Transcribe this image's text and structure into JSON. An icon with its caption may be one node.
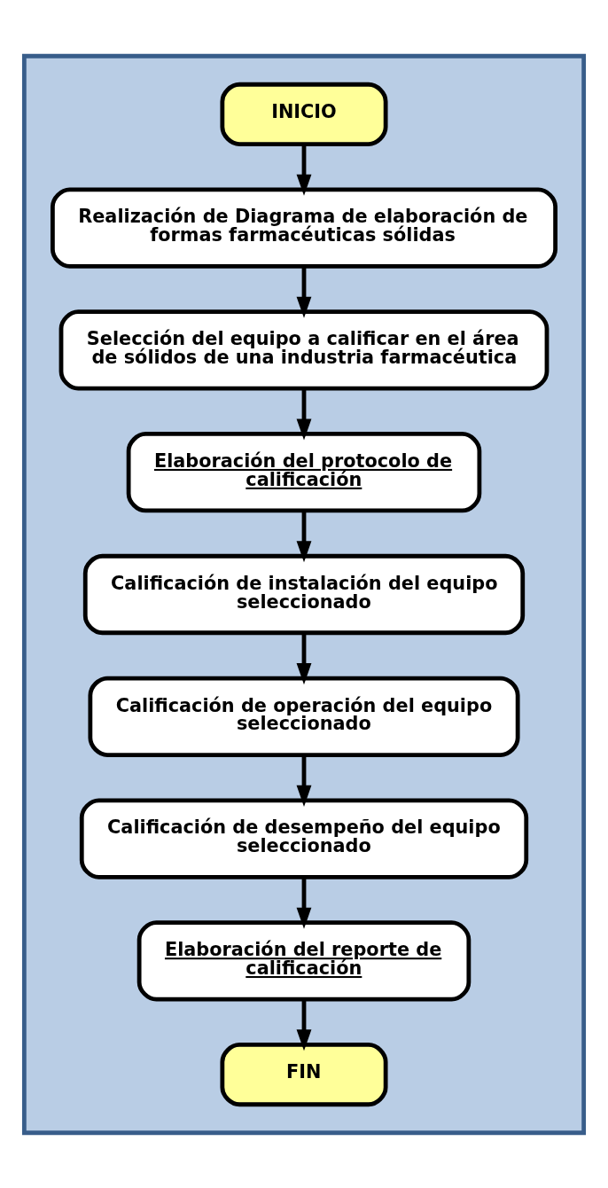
{
  "diagram": {
    "nodes": [
      {
        "text": [],
        "shape": "box"
      },
      {
        "text": [
          "INICIO"
        ],
        "in": 0
      },
      {
        "text": [
          "Realización de Diagrama de elaboración de formas farmacéuticas sólidas"
        ],
        "in": 0
      },
      {
        "text": [
          "Selección del equipo a calificar en el área de sólidos de una industria farmacéutica"
        ],
        "in": 0
      },
      {
        "text": [
          "Elaboración del protocolo de calificación"
        ],
        "in": 0
      },
      {
        "text": [
          "Calificación de instalación del equipo seleccionado"
        ],
        "in": 0
      },
      {
        "text": [
          "Calificación de operación del equipo seleccionado"
        ],
        "in": 0
      },
      {
        "text": [
          "Calificación de desempeño del equipo seleccionado"
        ],
        "in": 0
      },
      {
        "text": [
          "Elaboración del reporte de calificación"
        ],
        "in": 0
      },
      {
        "text": [
          "FIN"
        ],
        "in": 0
      }
    ],
    "edges": [
      {
        "from": 1,
        "to": 2,
        "arrow": "to"
      },
      {
        "from": 2,
        "to": 3,
        "arrow": "to"
      },
      {
        "from": 3,
        "to": 4,
        "arrow": "to"
      },
      {
        "from": 4,
        "to": 5,
        "arrow": "to"
      },
      {
        "from": 5,
        "to": 6,
        "arrow": "to"
      },
      {
        "from": 6,
        "to": 7,
        "arrow": "to"
      },
      {
        "from": 7,
        "to": 8,
        "arrow": "to"
      },
      {
        "from": 8,
        "to": 9,
        "arrow": "to"
      }
    ]
  }
}
